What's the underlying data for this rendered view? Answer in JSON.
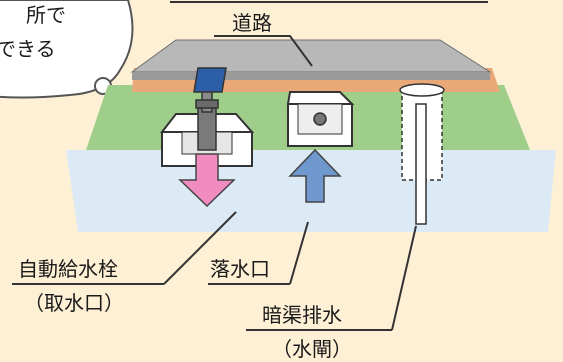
{
  "bubble": {
    "line1": "所で",
    "line2": "できる"
  },
  "road_label": "道路",
  "hydrant_label": {
    "line1": "自動給水栓",
    "line2": "（取水口）"
  },
  "inlet_label": "落水口",
  "drain_label": {
    "line1": "暗渠排水",
    "line2": "（水閘）"
  },
  "colors": {
    "background": "#fdf0d5",
    "road": "#b8b8b8",
    "road_bed": "#e9a877",
    "field": "#9fce8a",
    "water_table": "#dceaf5",
    "outflow_arrow": "#f08cbf",
    "inflow_arrow": "#6f98cf",
    "valve_cap": "#2c5fa8"
  },
  "icons": [
    "thought-bubble",
    "hydrant-valve",
    "water-inlet-box",
    "drain-pipe"
  ]
}
